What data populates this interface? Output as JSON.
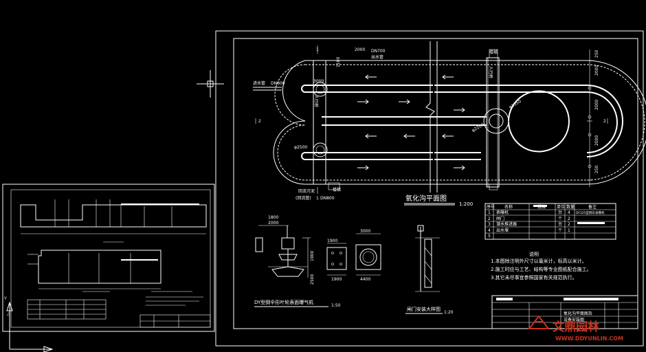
{
  "main_sheet": {
    "plan_title": "氧化沟平面图",
    "plan_scale": "1:200",
    "dims": {
      "top_pipe": "DN700",
      "top_pipe_sub": "出水管",
      "d2000": "2000",
      "d3000": "3000",
      "d2500": "φ2500",
      "d1550": "φ1550",
      "d2200": "φ2200",
      "d1800": "1800",
      "v1100": "1100",
      "v250": "250",
      "v2000a": "2000",
      "v2000b": "2000",
      "v2000c": "2000",
      "v250b": "250",
      "h1900": "1900",
      "h2500": "2500",
      "h4400": "4400"
    },
    "inlet_label": "进水管",
    "inlet_size": "DN800",
    "return_label": "回流污泥",
    "return_size": "(回流管)",
    "return_dim": "DN800",
    "walkway_label": "人行桥",
    "stair_label": "楼梯",
    "stair_label2": "楼梯",
    "section_marks": [
      "1",
      "1",
      "2",
      "2"
    ],
    "aerator_title": "DY型倒伞形叶轮表面曝气机",
    "aerator_scale": "1:50",
    "gate_title": "闸门安装大样图",
    "gate_scale": "1:20",
    "notes_title": "说明",
    "notes": [
      "1.本图除注明外尺寸以毫米计，标高以米计。",
      "2.施工时应与工艺、结构等专业图纸配合施工。",
      "3.其它未尽事宜参照国家有关规范执行。"
    ],
    "table_headers": [
      "序号",
      "名称",
      "规格",
      "单位",
      "数量",
      "备注"
    ],
    "table_rows": [
      [
        "1",
        "表曝机",
        "",
        "台",
        "4",
        "DY325型倒伞表曝机"
      ],
      [
        "2",
        "闸门",
        "",
        "个",
        "2",
        ""
      ],
      [
        "3",
        "潜水推进器",
        "",
        "台",
        "2",
        ""
      ],
      [
        "4",
        "出水堰",
        "",
        "个",
        "1",
        ""
      ],
      [
        "5",
        "",
        "",
        "",
        "",
        ""
      ]
    ],
    "title_block": {
      "project": "氧化沟平面图及",
      "drawing": "设备安装图"
    }
  },
  "small_sheet": {
    "note_lines": [
      "说明",
      "1.",
      "2.",
      "3."
    ]
  },
  "watermark": {
    "cn": "文鼎园林",
    "url": "WWW.DDYUNLIN.COM"
  }
}
